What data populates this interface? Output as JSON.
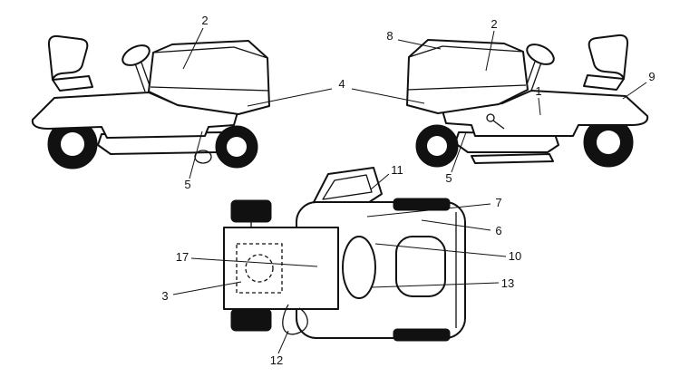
{
  "colors": {
    "ink": "#111111",
    "background": "#ffffff"
  },
  "callouts": {
    "side_left": {
      "hood": "2",
      "deck": "5"
    },
    "shared": {
      "grille": "4"
    },
    "side_right": {
      "hood_front": "8",
      "hood": "2",
      "frame": "1",
      "fender": "9",
      "deck": "5"
    },
    "top": {
      "steering": "11",
      "chassis": "7",
      "body": "6",
      "engine_pulley": "10",
      "seat_area": "13",
      "engine": "17",
      "deck_housing": "3",
      "belt": "12"
    }
  }
}
